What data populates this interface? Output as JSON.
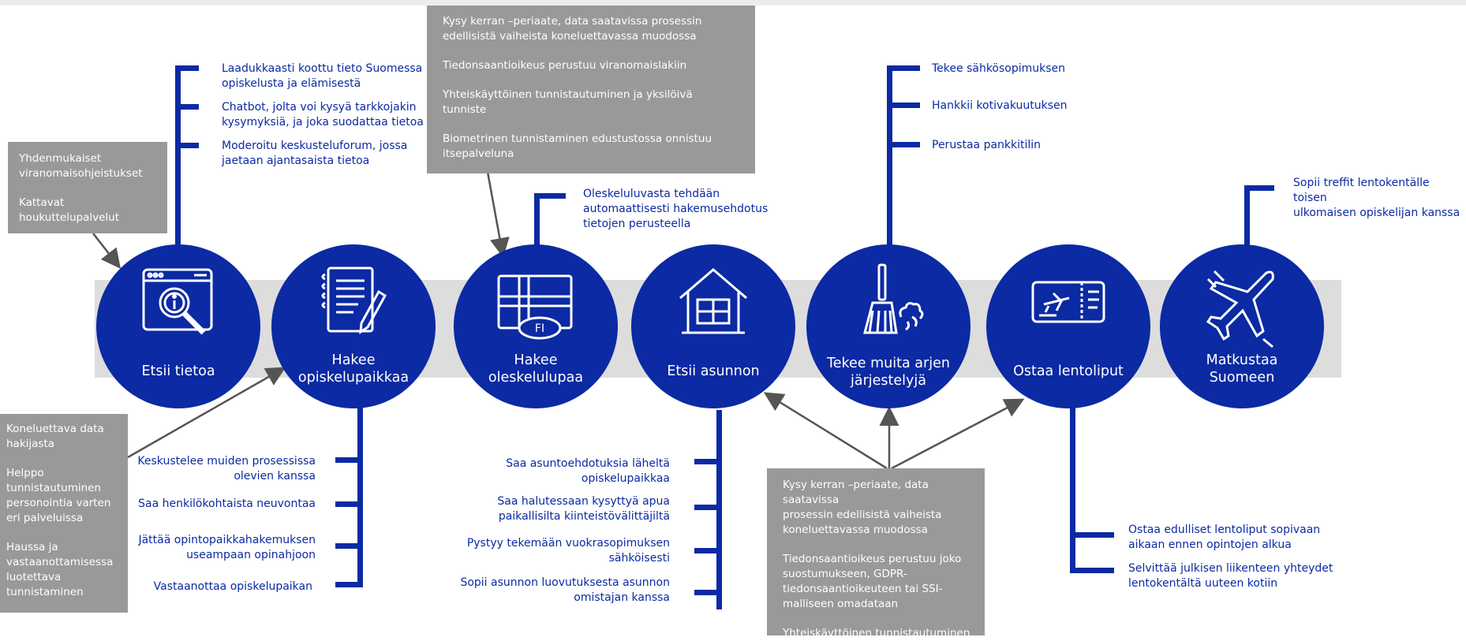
{
  "steps": [
    {
      "label": "Etsii tietoa",
      "icon": "search-info-icon"
    },
    {
      "label": "Hakee\nopiskelupaikkaa",
      "icon": "notepad-pen-icon"
    },
    {
      "label": "Hakee\noleskelulupaa",
      "icon": "finland-flag-icon"
    },
    {
      "label": "Etsii asunnon",
      "icon": "house-icon"
    },
    {
      "label": "Tekee muita arjen\njärjestelyjä",
      "icon": "broom-icon"
    },
    {
      "label": "Ostaa lentoliput",
      "icon": "plane-ticket-icon"
    },
    {
      "label": "Matkustaa\nSuomeen",
      "icon": "airplane-icon"
    }
  ],
  "branches": {
    "etsii_tietoa": [
      "Laadukkaasti koottu tieto Suomessa\nopiskelusta ja elämisestä",
      "Chatbot, jolta voi kysyä tarkkojakin\nkysymyksiä, ja joka suodattaa tietoa",
      "Moderoitu keskusteluforum, jossa\njaetaan ajantasaista tietoa"
    ],
    "hakee_opiskelupaikkaa": [
      "Keskustelee muiden prosessissa\nolevien kanssa",
      "Saa henkilökohtaista neuvontaa",
      "Jättää opintopaikkahakemuksen\nuseampaan opinahjoon",
      "Vastaanottaa opiskelupaikan"
    ],
    "hakee_oleskelulupaa": [
      "Oleskeluluvasta tehdään\nautomaattisesti hakemusehdotus\ntietojen perusteella"
    ],
    "etsii_asunnon": [
      "Saa asuntoehdotuksia läheltä\nopiskelupaikkaa",
      "Saa halutessaan kysyttyä apua\npaikallisilta kiinteistövälittäjiltä",
      "Pystyy tekemään vuokrasopimuksen\nsähköisesti",
      "Sopii asunnon luovutuksesta asunnon\nomistajan kanssa"
    ],
    "tekee_muita": [
      "Tekee sähkösopimuksen",
      "Hankkii kotivakuutuksen",
      "Perustaa pankkitilin"
    ],
    "ostaa_lentoliput": [
      "Ostaa edulliset lentoliput sopivaan\naikaan ennen opintojen alkua",
      "Selvittää julkisen liikenteen yhteydet\nlentokentältä uuteen kotiin"
    ],
    "matkustaa": [
      "Sopii treffit lentokentälle toisen\nulkomaisen opiskelijan kanssa"
    ]
  },
  "boxes": {
    "vasen_ylä": [
      "Yhdenmukaiset\nviranomaisohjeistukset",
      "Kattavat\nhoukuttelupalvelut"
    ],
    "vasen_ala": [
      "Koneluettava data\nhakijasta",
      "Helppo\ntunnistautuminen\npersonointia varten\neri palveluissa",
      "Haussa ja\nvastaanottamisessa\nluotettava\ntunnistaminen"
    ],
    "keski_ylä": [
      "Kysy kerran –periaate, data saatavissa prosessin\nedellisistä vaiheista koneluettavassa muodossa",
      "Tiedonsaantioikeus perustuu viranomaislakiin",
      "Yhteiskäyttöinen tunnistautuminen ja yksilöivä\ntunniste",
      "Biometrinen tunnistaminen edustustossa onnistuu\nitsepalveluna"
    ],
    "keski_ala": [
      "Kysy kerran –periaate, data saatavissa\nprosessin edellisistä vaiheista\nkoneluettavassa muodossa",
      "Tiedonsaantioikeus perustuu joko\nsuostumukseen, GDPR-\ntiedonsaantioikeuteen tai SSI-\nmalliseen omadataan",
      "Yhteiskäyttöinen tunnistautuminen"
    ]
  },
  "flag_text": "FI",
  "colors": {
    "primary": "#0b2aa3",
    "box": "#999999",
    "band": "#dddddd",
    "arrow": "#555555"
  }
}
